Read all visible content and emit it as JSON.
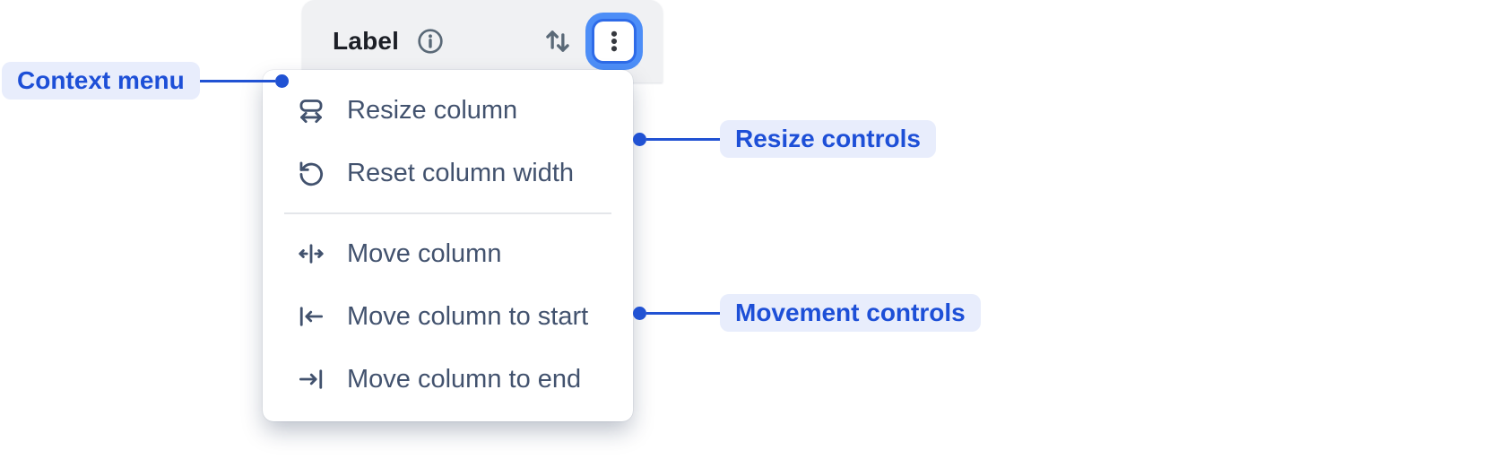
{
  "colors": {
    "annotation_blue": "#1d4fd7",
    "annotation_line_blue": "#2152d3",
    "annotation_pill_bg": "#e8edfc",
    "header_bg": "#f0f1f3",
    "menu_bg": "#ffffff",
    "menu_text": "#42526e",
    "header_label_text": "#1c1f26",
    "header_icon_gray": "#5a6977",
    "focus_ring_outer": "#4d8ef7",
    "focus_ring_inner": "#2e6be8",
    "divider": "#e4e6ea"
  },
  "header": {
    "label": "Label",
    "icons": [
      "info-icon",
      "sort-icon",
      "more-menu-icon"
    ]
  },
  "menu": {
    "items": [
      {
        "label": "Resize column",
        "icon": "resize-column-icon"
      },
      {
        "label": "Reset column width",
        "icon": "reset-column-width-icon"
      },
      {
        "label": "Move column",
        "icon": "move-column-icon"
      },
      {
        "label": "Move column to start",
        "icon": "move-column-to-start-icon"
      },
      {
        "label": "Move column to end",
        "icon": "move-column-to-end-icon"
      }
    ]
  },
  "annotations": {
    "context_menu": "Context menu",
    "resize_controls": "Resize controls",
    "movement_controls": "Movement controls"
  }
}
